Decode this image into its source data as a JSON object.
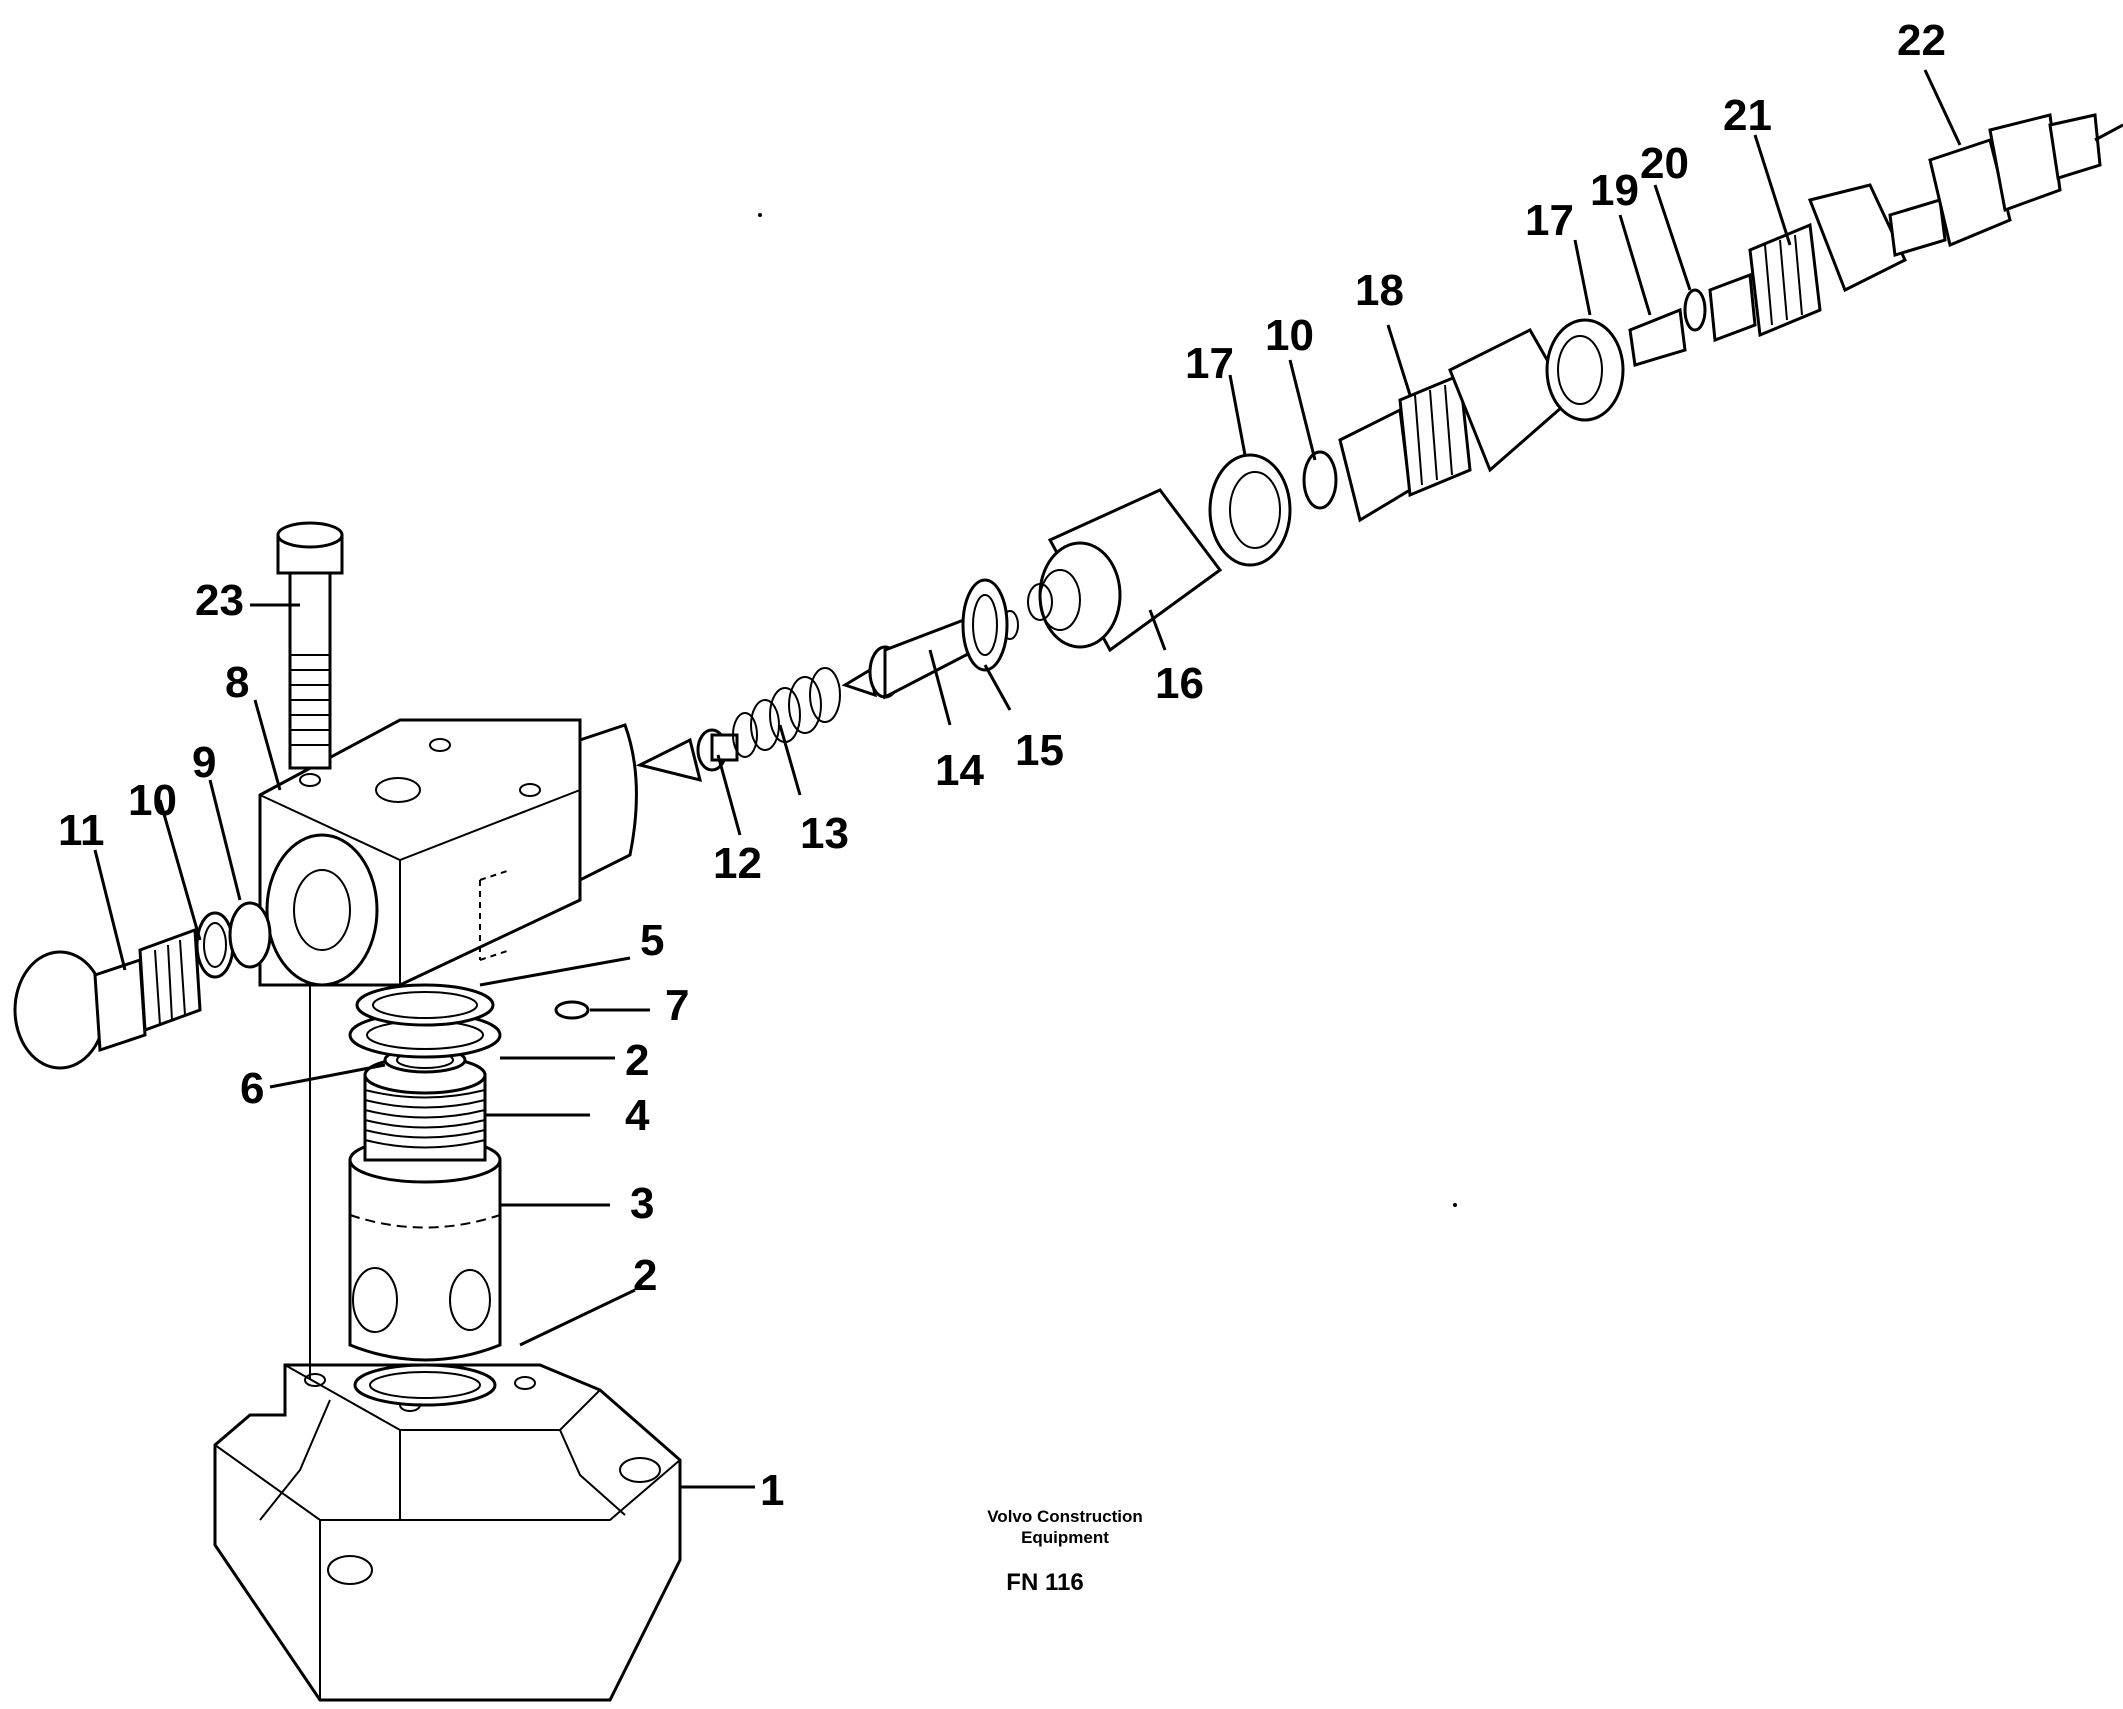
{
  "caption": {
    "company_line1": "Volvo Construction",
    "company_line2": "Equipment",
    "figure_code": "FN 116"
  },
  "callouts": [
    "1",
    "2",
    "2",
    "3",
    "4",
    "5",
    "6",
    "7",
    "8",
    "9",
    "10",
    "10",
    "11",
    "12",
    "13",
    "14",
    "15",
    "16",
    "17",
    "17",
    "18",
    "19",
    "20",
    "21",
    "22",
    "23"
  ]
}
